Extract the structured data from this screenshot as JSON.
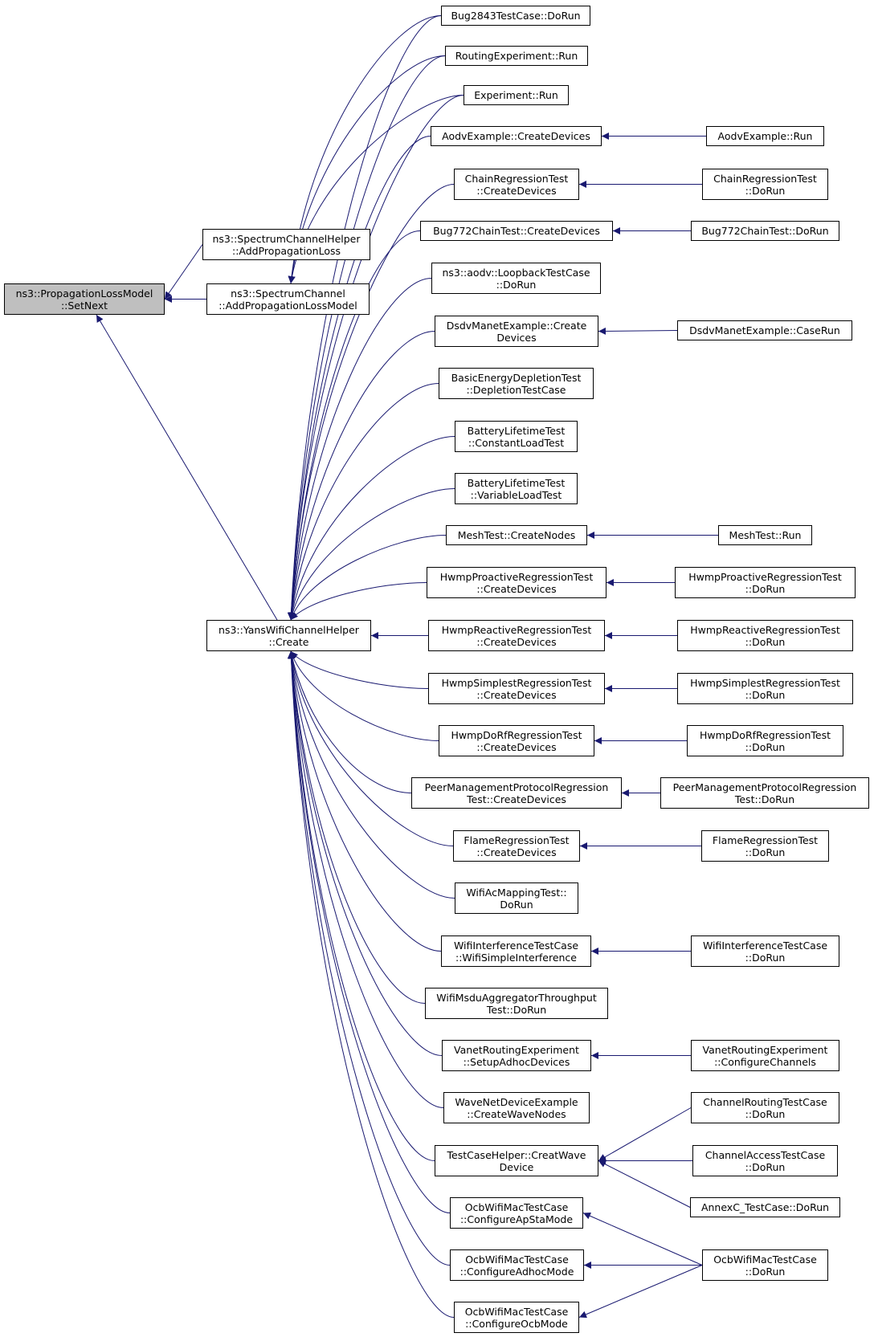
{
  "diagram": {
    "colors": {
      "edge": "#191970",
      "root_fill": "#bfbfbf"
    },
    "nodes": [
      {
        "id": "setnext",
        "lines": [
          "ns3::PropagationLossModel",
          "::SetNext"
        ]
      },
      {
        "id": "schelper",
        "lines": [
          "ns3::SpectrumChannelHelper",
          "::AddPropagationLoss"
        ]
      },
      {
        "id": "schannel",
        "lines": [
          "ns3::SpectrumChannel",
          "::AddPropagationLossModel"
        ]
      },
      {
        "id": "yans",
        "lines": [
          "ns3::YansWifiChannelHelper",
          "::Create"
        ]
      },
      {
        "id": "bug2843",
        "lines": [
          "Bug2843TestCase::DoRun"
        ]
      },
      {
        "id": "routingexp",
        "lines": [
          "RoutingExperiment::Run"
        ]
      },
      {
        "id": "experiment",
        "lines": [
          "Experiment::Run"
        ]
      },
      {
        "id": "aodvcreate",
        "lines": [
          "AodvExample::CreateDevices"
        ]
      },
      {
        "id": "chaincreate",
        "lines": [
          "ChainRegressionTest",
          "::CreateDevices"
        ]
      },
      {
        "id": "bug772create",
        "lines": [
          "Bug772ChainTest::CreateDevices"
        ]
      },
      {
        "id": "loopback",
        "lines": [
          "ns3::aodv::LoopbackTestCase",
          "::DoRun"
        ]
      },
      {
        "id": "dsdvcreate",
        "lines": [
          "DsdvManetExample::Create",
          "Devices"
        ]
      },
      {
        "id": "energydepl",
        "lines": [
          "BasicEnergyDepletionTest",
          "::DepletionTestCase"
        ]
      },
      {
        "id": "battconst",
        "lines": [
          "BatteryLifetimeTest",
          "::ConstantLoadTest"
        ]
      },
      {
        "id": "battvar",
        "lines": [
          "BatteryLifetimeTest",
          "::VariableLoadTest"
        ]
      },
      {
        "id": "meshcreate",
        "lines": [
          "MeshTest::CreateNodes"
        ]
      },
      {
        "id": "hwmppro",
        "lines": [
          "HwmpProactiveRegressionTest",
          "::CreateDevices"
        ]
      },
      {
        "id": "hwmpreact",
        "lines": [
          "HwmpReactiveRegressionTest",
          "::CreateDevices"
        ]
      },
      {
        "id": "hwmpsimp",
        "lines": [
          "HwmpSimplestRegressionTest",
          "::CreateDevices"
        ]
      },
      {
        "id": "hwmpdorf",
        "lines": [
          "HwmpDoRfRegressionTest",
          "::CreateDevices"
        ]
      },
      {
        "id": "peermgmt",
        "lines": [
          "PeerManagementProtocolRegression",
          "Test::CreateDevices"
        ]
      },
      {
        "id": "flame",
        "lines": [
          "FlameRegressionTest",
          "::CreateDevices"
        ]
      },
      {
        "id": "wifiac",
        "lines": [
          "WifiAcMappingTest::",
          "DoRun"
        ]
      },
      {
        "id": "wifiinterf",
        "lines": [
          "WifiInterferenceTestCase",
          "::WifiSimpleInterference"
        ]
      },
      {
        "id": "wifimsdu",
        "lines": [
          "WifiMsduAggregatorThroughput",
          "Test::DoRun"
        ]
      },
      {
        "id": "vanetsetup",
        "lines": [
          "VanetRoutingExperiment",
          "::SetupAdhocDevices"
        ]
      },
      {
        "id": "wavenet",
        "lines": [
          "WaveNetDeviceExample",
          "::CreateWaveNodes"
        ]
      },
      {
        "id": "testcasehelper",
        "lines": [
          "TestCaseHelper::CreatWave",
          "Device"
        ]
      },
      {
        "id": "ocbapsta",
        "lines": [
          "OcbWifiMacTestCase",
          "::ConfigureApStaMode"
        ]
      },
      {
        "id": "ocbadhoc",
        "lines": [
          "OcbWifiMacTestCase",
          "::ConfigureAdhocMode"
        ]
      },
      {
        "id": "ocbocb",
        "lines": [
          "OcbWifiMacTestCase",
          "::ConfigureOcbMode"
        ]
      },
      {
        "id": "aodvrun",
        "lines": [
          "AodvExample::Run"
        ]
      },
      {
        "id": "chaindorun",
        "lines": [
          "ChainRegressionTest",
          "::DoRun"
        ]
      },
      {
        "id": "bug772dorun",
        "lines": [
          "Bug772ChainTest::DoRun"
        ]
      },
      {
        "id": "dsdvcaserun",
        "lines": [
          "DsdvManetExample::CaseRun"
        ]
      },
      {
        "id": "meshrun",
        "lines": [
          "MeshTest::Run"
        ]
      },
      {
        "id": "hwmpprodorun",
        "lines": [
          "HwmpProactiveRegressionTest",
          "::DoRun"
        ]
      },
      {
        "id": "hwmpreactdorun",
        "lines": [
          "HwmpReactiveRegressionTest",
          "::DoRun"
        ]
      },
      {
        "id": "hwmpsimpdorun",
        "lines": [
          "HwmpSimplestRegressionTest",
          "::DoRun"
        ]
      },
      {
        "id": "hwmpdorfdorun",
        "lines": [
          "HwmpDoRfRegressionTest",
          "::DoRun"
        ]
      },
      {
        "id": "peerdorun",
        "lines": [
          "PeerManagementProtocolRegression",
          "Test::DoRun"
        ]
      },
      {
        "id": "flamedorun",
        "lines": [
          "FlameRegressionTest",
          "::DoRun"
        ]
      },
      {
        "id": "wifiinterfdorun",
        "lines": [
          "WifiInterferenceTestCase",
          "::DoRun"
        ]
      },
      {
        "id": "vanetconfig",
        "lines": [
          "VanetRoutingExperiment",
          "::ConfigureChannels"
        ]
      },
      {
        "id": "channelrouting",
        "lines": [
          "ChannelRoutingTestCase",
          "::DoRun"
        ]
      },
      {
        "id": "channelaccess",
        "lines": [
          "ChannelAccessTestCase",
          "::DoRun"
        ]
      },
      {
        "id": "annexc",
        "lines": [
          "AnnexC_TestCase::DoRun"
        ]
      },
      {
        "id": "ocbdorun",
        "lines": [
          "OcbWifiMacTestCase",
          "::DoRun"
        ]
      }
    ],
    "edges": [
      [
        "setnext",
        "schelper"
      ],
      [
        "setnext",
        "schannel"
      ],
      [
        "setnext",
        "yans"
      ],
      [
        "schannel",
        "bug2843"
      ],
      [
        "schannel",
        "routingexp"
      ],
      [
        "schannel",
        "experiment"
      ],
      [
        "yans",
        "bug2843"
      ],
      [
        "yans",
        "routingexp"
      ],
      [
        "yans",
        "experiment"
      ],
      [
        "yans",
        "aodvcreate"
      ],
      [
        "yans",
        "chaincreate"
      ],
      [
        "yans",
        "bug772create"
      ],
      [
        "yans",
        "loopback"
      ],
      [
        "yans",
        "dsdvcreate"
      ],
      [
        "yans",
        "energydepl"
      ],
      [
        "yans",
        "battconst"
      ],
      [
        "yans",
        "battvar"
      ],
      [
        "yans",
        "meshcreate"
      ],
      [
        "yans",
        "hwmppro"
      ],
      [
        "yans",
        "hwmpreact"
      ],
      [
        "yans",
        "hwmpsimp"
      ],
      [
        "yans",
        "hwmpdorf"
      ],
      [
        "yans",
        "peermgmt"
      ],
      [
        "yans",
        "flame"
      ],
      [
        "yans",
        "wifiac"
      ],
      [
        "yans",
        "wifiinterf"
      ],
      [
        "yans",
        "wifimsdu"
      ],
      [
        "yans",
        "vanetsetup"
      ],
      [
        "yans",
        "wavenet"
      ],
      [
        "yans",
        "testcasehelper"
      ],
      [
        "yans",
        "ocbapsta"
      ],
      [
        "yans",
        "ocbadhoc"
      ],
      [
        "yans",
        "ocbocb"
      ],
      [
        "aodvcreate",
        "aodvrun"
      ],
      [
        "chaincreate",
        "chaindorun"
      ],
      [
        "bug772create",
        "bug772dorun"
      ],
      [
        "dsdvcreate",
        "dsdvcaserun"
      ],
      [
        "meshcreate",
        "meshrun"
      ],
      [
        "hwmppro",
        "hwmpprodorun"
      ],
      [
        "hwmpreact",
        "hwmpreactdorun"
      ],
      [
        "hwmpsimp",
        "hwmpsimpdorun"
      ],
      [
        "hwmpdorf",
        "hwmpdorfdorun"
      ],
      [
        "peermgmt",
        "peerdorun"
      ],
      [
        "flame",
        "flamedorun"
      ],
      [
        "wifiinterf",
        "wifiinterfdorun"
      ],
      [
        "vanetsetup",
        "vanetconfig"
      ],
      [
        "testcasehelper",
        "channelrouting"
      ],
      [
        "testcasehelper",
        "channelaccess"
      ],
      [
        "testcasehelper",
        "annexc"
      ],
      [
        "ocbapsta",
        "ocbdorun"
      ],
      [
        "ocbadhoc",
        "ocbdorun"
      ],
      [
        "ocbocb",
        "ocbdorun"
      ]
    ]
  }
}
